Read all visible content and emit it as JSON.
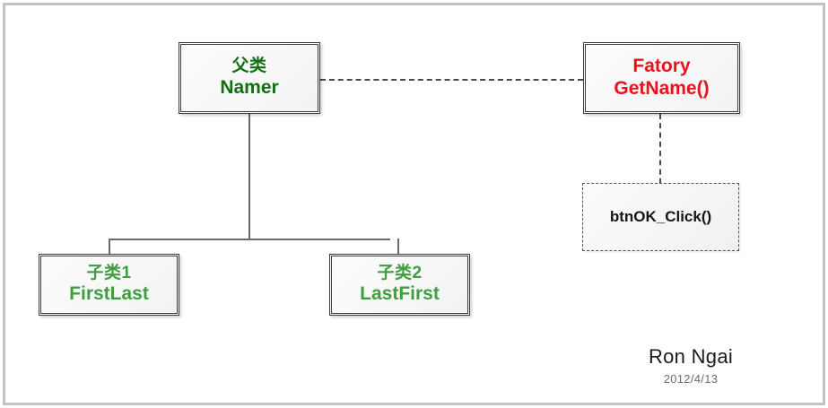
{
  "diagram": {
    "title_text": "",
    "nodes": {
      "parent": {
        "name_cn": "父类",
        "name_en": "Namer",
        "color": "#117011",
        "style": "double-border"
      },
      "factory": {
        "name_en": "Fatory",
        "method": "GetName()",
        "color": "#e8131b",
        "style": "double-border"
      },
      "handler": {
        "label": "btnOK_Click()",
        "color": "#151515",
        "style": "dash-dot-border"
      },
      "child1": {
        "name_cn": "子类1",
        "name_en": "FirstLast",
        "color": "#3f9e3f",
        "style": "double-border"
      },
      "child2": {
        "name_cn": "子类2",
        "name_en": "LastFirst",
        "color": "#3f9e3f",
        "style": "double-border"
      }
    },
    "connectors": [
      {
        "name": "parent-to-factory",
        "type": "dashed-horizontal"
      },
      {
        "name": "factory-to-handler",
        "type": "dashed-vertical"
      },
      {
        "name": "parent-to-children",
        "type": "solid-tree"
      }
    ]
  },
  "signature": {
    "author": "Ron Ngai",
    "date": "2012/4/13"
  },
  "frame": {
    "border_color": "#c3c3c5"
  }
}
